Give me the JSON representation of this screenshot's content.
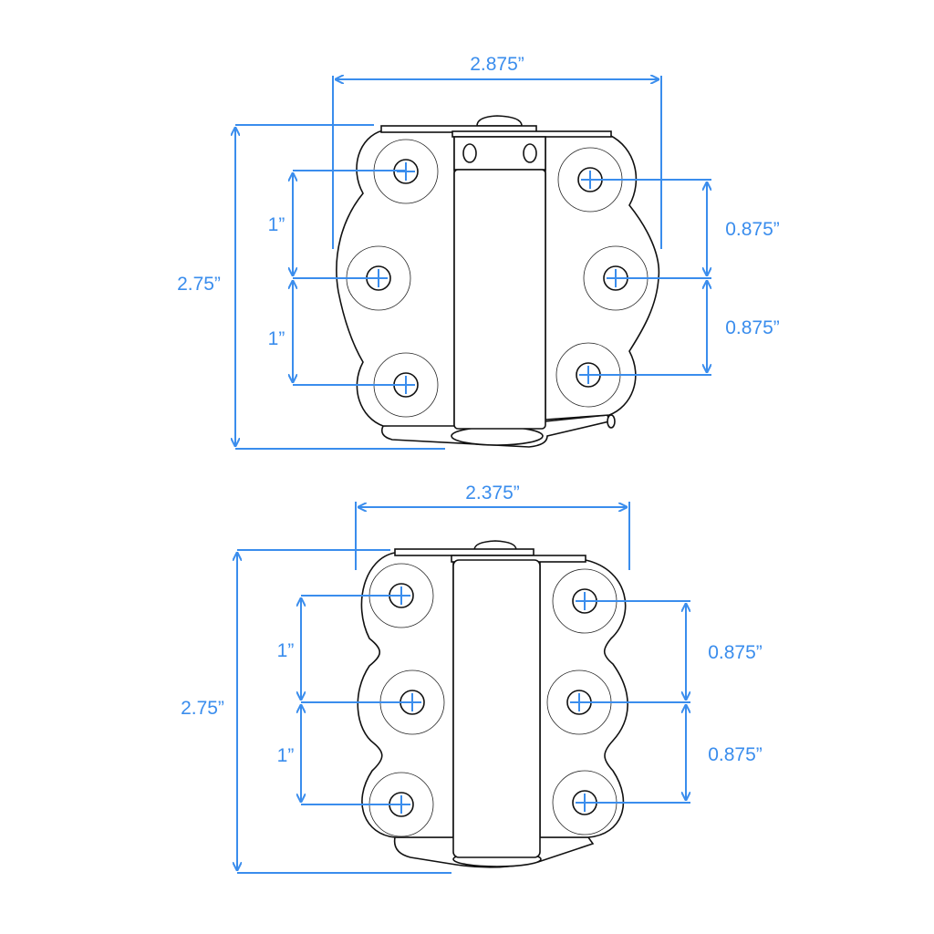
{
  "colors": {
    "dimension": "#3a8ded",
    "outline": "#111111"
  },
  "top_hinge": {
    "width_label": "2.875”",
    "height_label": "2.75”",
    "left_spacing": [
      "1”",
      "1”"
    ],
    "right_spacing": [
      "0.875”",
      "0.875”"
    ]
  },
  "bottom_hinge": {
    "width_label": "2.375”",
    "height_label": "2.75”",
    "left_spacing": [
      "1”",
      "1”"
    ],
    "right_spacing": [
      "0.875”",
      "0.875”"
    ]
  }
}
